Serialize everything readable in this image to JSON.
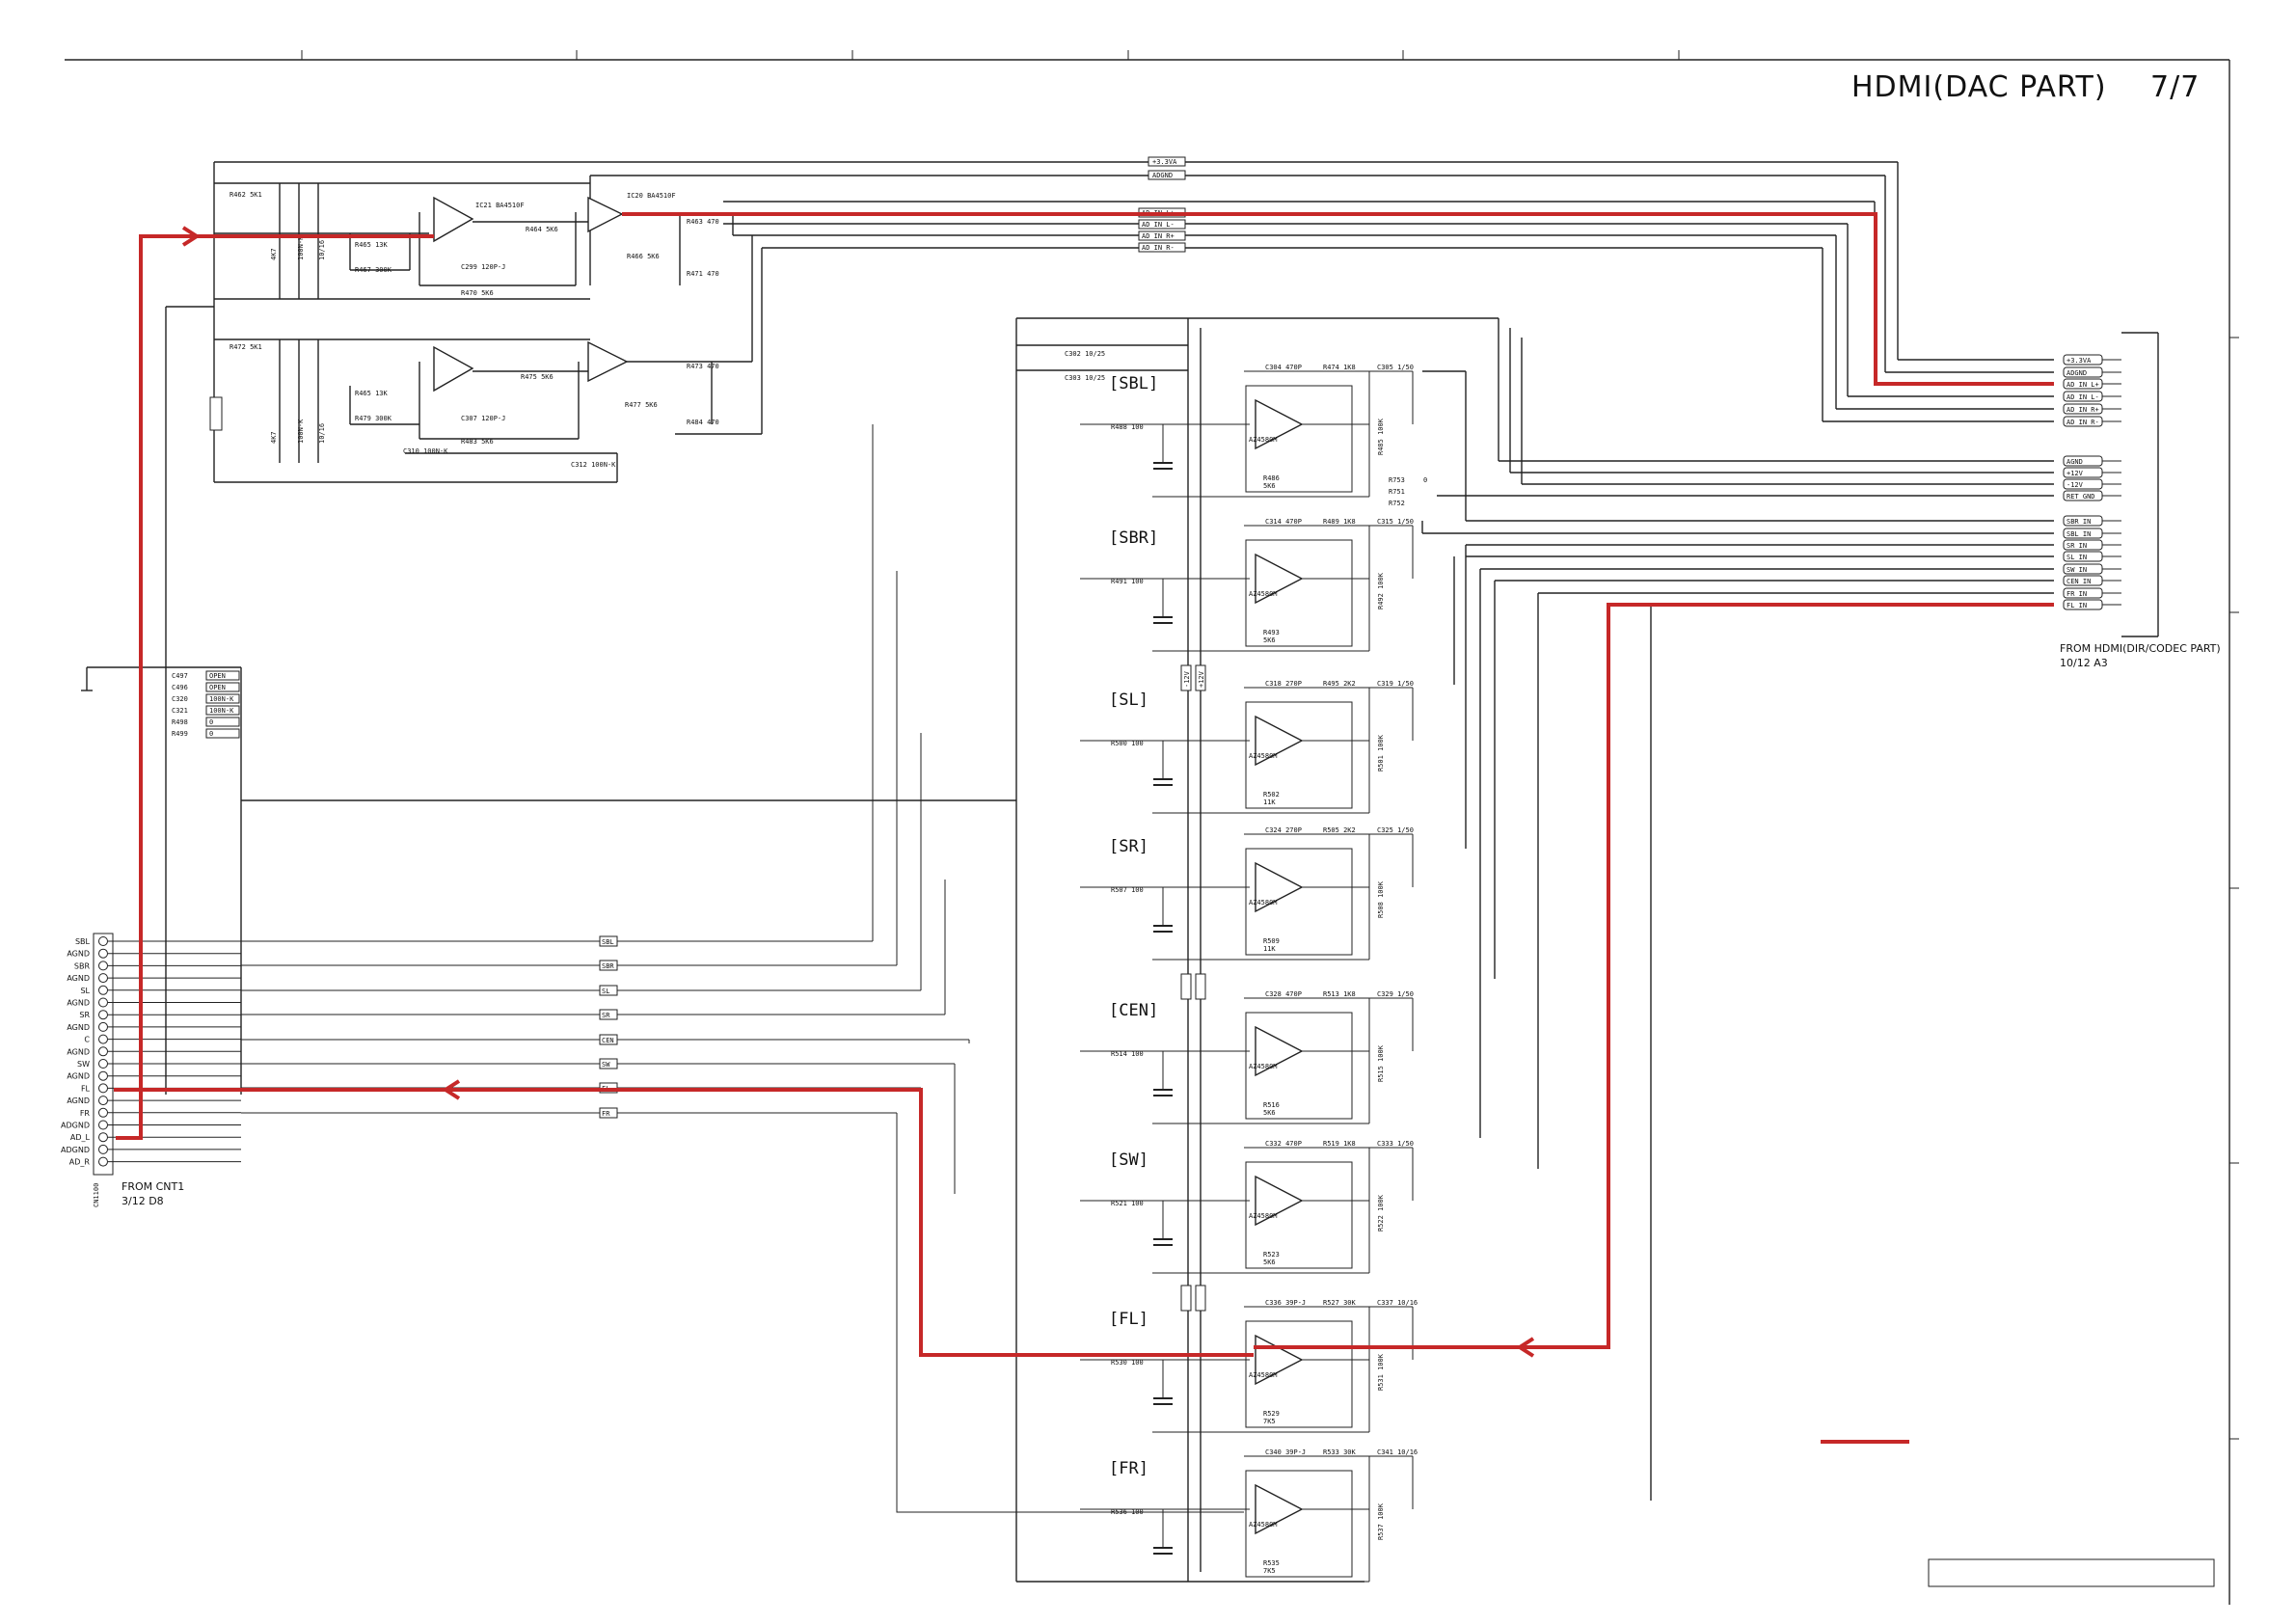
{
  "sheet": {
    "title": "HDMI(DAC PART)",
    "page": "7/7"
  },
  "left_connector": {
    "ref": "CN1100",
    "pins": [
      "SBL",
      "AGND",
      "SBR",
      "AGND",
      "SL",
      "AGND",
      "SR",
      "AGND",
      "C",
      "AGND",
      "SW",
      "AGND",
      "FL",
      "AGND",
      "FR",
      "ADGND",
      "AD_L",
      "ADGND",
      "AD_R"
    ],
    "source_line1": "FROM CNT1",
    "source_line2": "3/12 D8"
  },
  "right_connector": {
    "group1": [
      "+3.3VA",
      "ADGND",
      "AD_IN_L+",
      "AD_IN_L-",
      "AD_IN_R+",
      "AD_IN_R-"
    ],
    "group2": [
      "AGND",
      "+12V",
      "-12V",
      "RET_GND"
    ],
    "group3": [
      "SBR_IN",
      "SBL_IN",
      "SR_IN",
      "SL_IN",
      "SW_IN",
      "CEN_IN",
      "FR_IN",
      "FL_IN"
    ],
    "source_line1": "FROM HDMI(DIR/CODEC PART)",
    "source_line2": "10/12 A3"
  },
  "bus_labels": [
    "+3.3VA",
    "ADGND",
    "AD_IN_L+",
    "AD_IN_L-",
    "AD_IN_R+",
    "AD_IN_R-"
  ],
  "mid_tags": [
    "SBL",
    "SBR",
    "SL",
    "SR",
    "CEN",
    "SW",
    "FL",
    "FR"
  ],
  "rail_tags": [
    "-12V",
    "+12V"
  ],
  "opt_parts": [
    {
      "ref": "C497",
      "val": "OPEN"
    },
    {
      "ref": "C496",
      "val": "OPEN"
    },
    {
      "ref": "C320",
      "val": "100N-K"
    },
    {
      "ref": "C321",
      "val": "100N-K"
    },
    {
      "ref": "R498",
      "val": "0"
    },
    {
      "ref": "R499",
      "val": "0"
    }
  ],
  "adc_upper": {
    "r_in": "R462  5K1",
    "c1": "4K7",
    "c2": "100N-K",
    "c3": "10/16",
    "r1": "R465  13K",
    "r2": "R467  300K",
    "ic1": "IC21 BA4510F",
    "ic2": "IC20 BA4510F",
    "r3": "R464  5K6",
    "c4": "C299  120P-J",
    "r4": "R470  5K6",
    "r5": "R466  5K6",
    "r6": "R463  470",
    "r7": "R471  470"
  },
  "adc_lower": {
    "r_in": "R472  5K1",
    "c1": "4K7",
    "c2": "100N-K",
    "c3": "10/16",
    "r1": "R465  13K",
    "r2": "R479  300K",
    "c4": "C307  120P-J",
    "r3": "R483  5K6",
    "r4": "R475  5K6",
    "r5": "R477  5K6",
    "c5": "C310  100N-K",
    "c6": "C312  100N-K",
    "r6": "R473  470",
    "r7": "R484  470"
  },
  "channels": [
    {
      "name": "[SBL]",
      "cap": "C304",
      "capval": "470P",
      "rtop": "R474",
      "rtopval": "1K8",
      "cout": "C305",
      "coutval": "1/50",
      "rin": "R488",
      "rinval": "100",
      "ic": "AZ4580M",
      "rfb": "R486",
      "rfbval": "5K6",
      "rload": "R485",
      "rloadval": "100K"
    },
    {
      "name": "[SBR]",
      "cap": "C314",
      "capval": "470P",
      "rtop": "R489",
      "rtopval": "1K8",
      "cout": "C315",
      "coutval": "1/50",
      "rin": "R491",
      "rinval": "100",
      "ic": "AZ4580M",
      "rfb": "R493",
      "rfbval": "5K6",
      "rload": "R492",
      "rloadval": "100K"
    },
    {
      "name": "[SL]",
      "cap": "C318",
      "capval": "270P",
      "rtop": "R495",
      "rtopval": "2K2",
      "cout": "C319",
      "coutval": "1/50",
      "rin": "R500",
      "rinval": "100",
      "ic": "AZ4580M",
      "rfb": "R502",
      "rfbval": "11K",
      "rload": "R501",
      "rloadval": "100K"
    },
    {
      "name": "[SR]",
      "cap": "C324",
      "capval": "270P",
      "rtop": "R505",
      "rtopval": "2K2",
      "cout": "C325",
      "coutval": "1/50",
      "rin": "R507",
      "rinval": "100",
      "ic": "AZ4580M",
      "rfb": "R509",
      "rfbval": "11K",
      "rload": "R508",
      "rloadval": "100K"
    },
    {
      "name": "[CEN]",
      "cap": "C328",
      "capval": "470P",
      "rtop": "R513",
      "rtopval": "1K8",
      "cout": "C329",
      "coutval": "1/50",
      "rin": "R514",
      "rinval": "100",
      "ic": "AZ4580M",
      "rfb": "R516",
      "rfbval": "5K6",
      "rload": "R515",
      "rloadval": "100K"
    },
    {
      "name": "[SW]",
      "cap": "C332",
      "capval": "470P",
      "rtop": "R519",
      "rtopval": "1K8",
      "cout": "C333",
      "coutval": "1/50",
      "rin": "R521",
      "rinval": "100",
      "ic": "AZ4580M",
      "rfb": "R523",
      "rfbval": "5K6",
      "rload": "R522",
      "rloadval": "100K"
    },
    {
      "name": "[FL]",
      "cap": "C336",
      "capval": "39P-J",
      "rtop": "R527",
      "rtopval": "30K",
      "cout": "C337",
      "coutval": "10/16",
      "rin": "R530",
      "rinval": "100",
      "ic": "AZ4580M",
      "rfb": "R529",
      "rfbval": "7K5",
      "rload": "R531",
      "rloadval": "100K"
    },
    {
      "name": "[FR]",
      "cap": "C340",
      "capval": "39P-J",
      "rtop": "R533",
      "rtopval": "30K",
      "cout": "C341",
      "coutval": "10/16",
      "rin": "R536",
      "rinval": "100",
      "ic": "AZ4580M",
      "rfb": "R535",
      "rfbval": "7K5",
      "rload": "R537",
      "rloadval": "100K"
    }
  ],
  "misc_labels": {
    "c302": "C302  10/25",
    "c303": "C303  10/25",
    "r753": "R753",
    "r751": "R751",
    "r752": "R752",
    "zero": "0"
  },
  "colors": {
    "highlight": "#c62828",
    "wire": "#222222"
  }
}
